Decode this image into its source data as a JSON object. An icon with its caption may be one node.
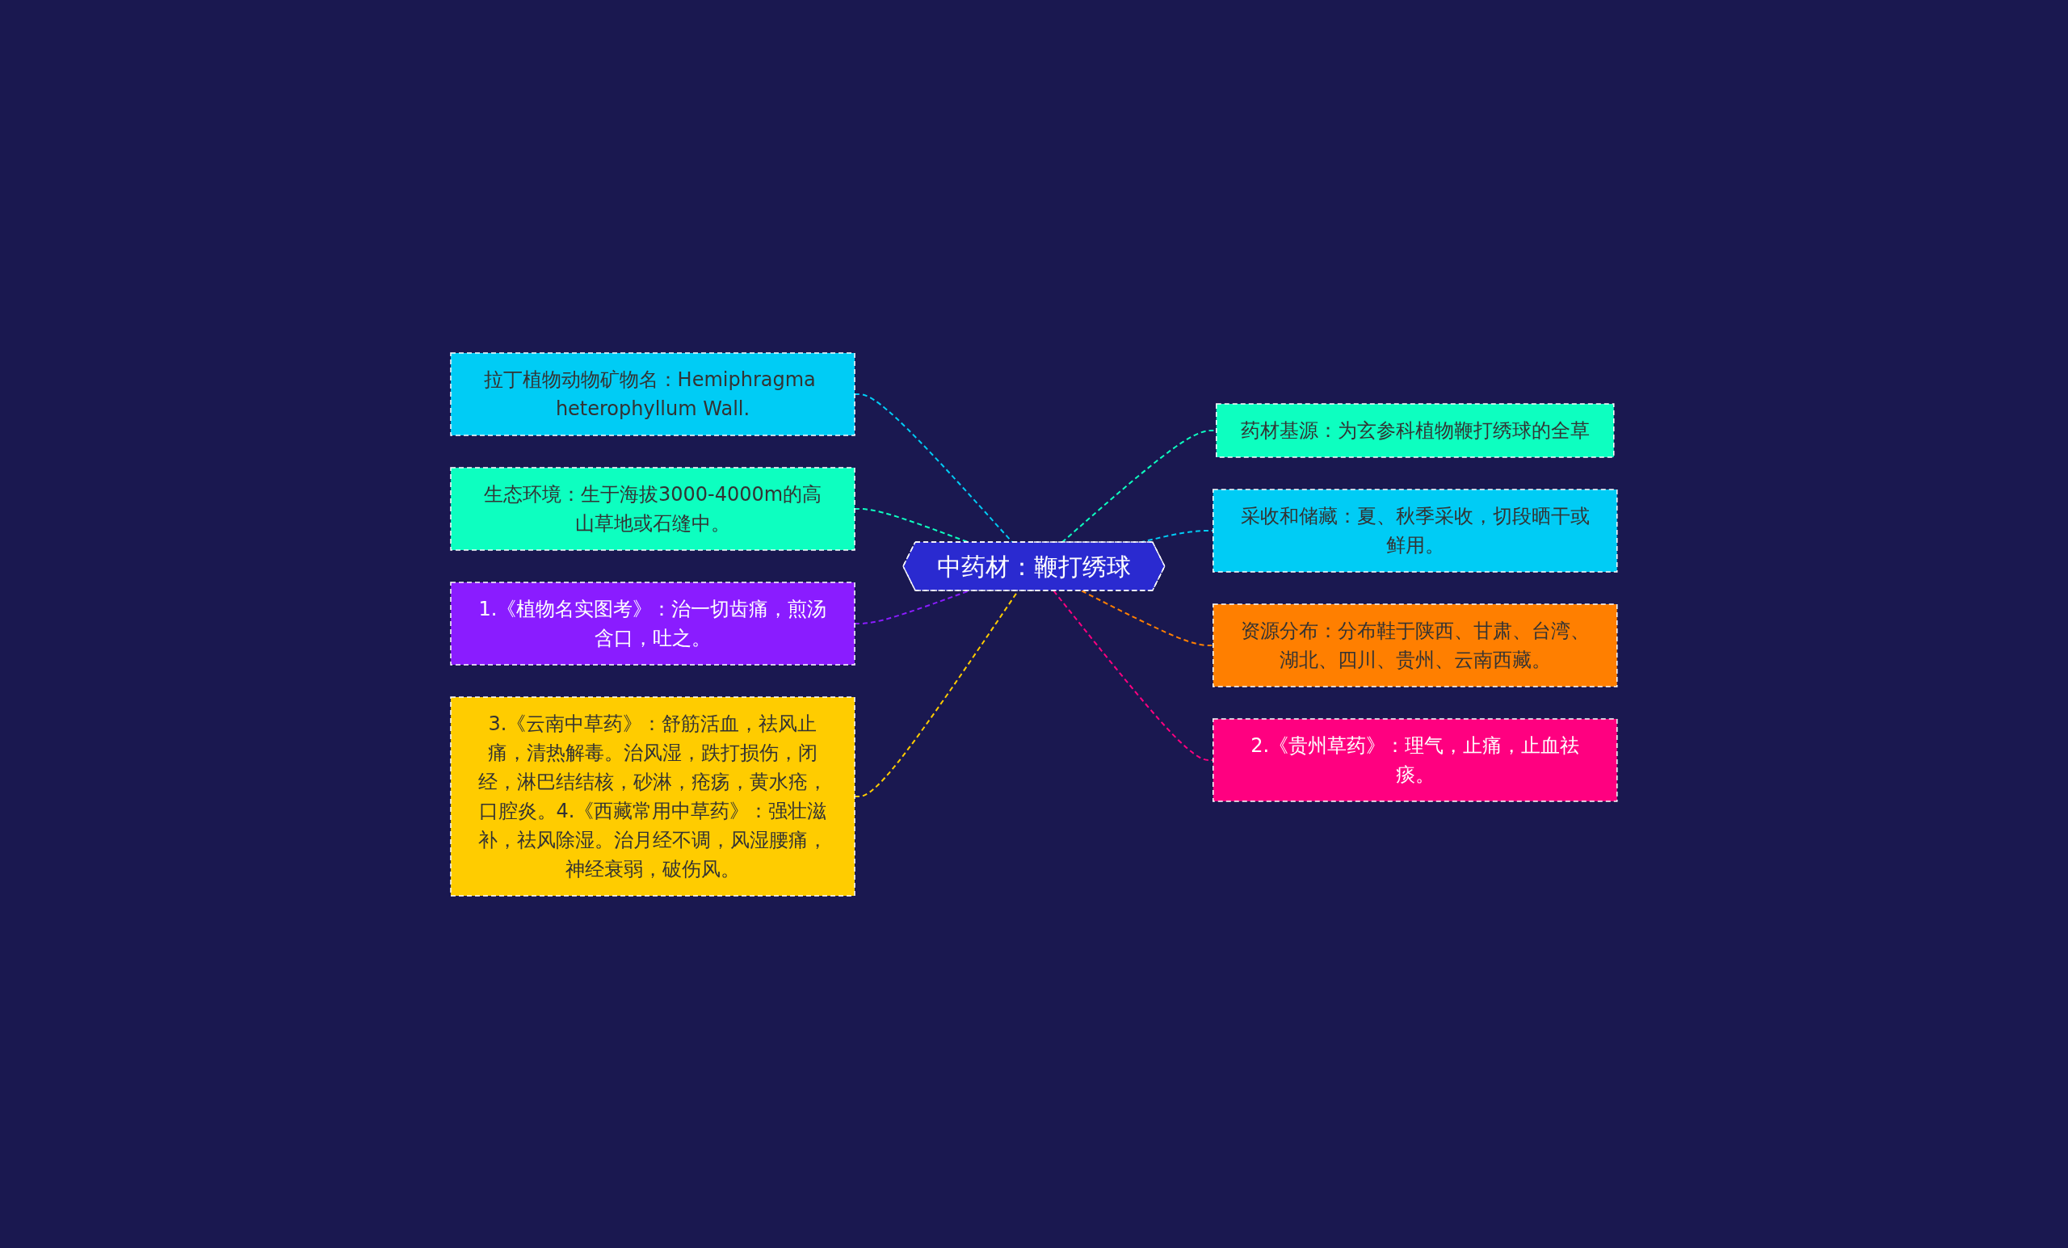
{
  "diagram": {
    "nodes": [
      {
        "text": [
          "中药材：鞭打绣球"
        ]
      },
      {
        "text": [
          "拉丁植物动物矿物名：Hemiphragma heterophyllum Wall."
        ]
      },
      {
        "text": [
          "生态环境：生于海拔3000-4000m的高山草地或石缝中。"
        ]
      },
      {
        "text": [
          "1.《植物名实图考》：治一切齿痛，煎汤含口，吐之。"
        ]
      },
      {
        "text": [
          "3.《云南中草药》：舒筋活血，祛风止痛，清热解毒。治风湿，跌打损伤，闭经，淋巴结结核，砂淋，疮疡，黄水疮，口腔炎。4.《西藏常用中草药》：强壮滋补，祛风除湿。治月经不调，风湿腰痛，神经衰弱，破伤风。"
        ]
      },
      {
        "text": [
          "药材基源：为玄参科植物鞭打绣球的全草"
        ]
      },
      {
        "text": [
          "采收和储藏：夏、秋季采收，切段晒干或鲜用。"
        ]
      },
      {
        "text": [
          "资源分布：分布鞋于陕西、甘肃、台湾、湖北、四川、贵州、云南西藏。"
        ]
      },
      {
        "text": [
          "2.《贵州草药》：理气，止痛，止血祛痰。"
        ]
      }
    ],
    "edges": [
      {
        "from": 0,
        "to": 1,
        "arrow": "none",
        "style": "dashed",
        "color": "#00ccf5"
      },
      {
        "from": 0,
        "to": 2,
        "arrow": "none",
        "style": "dashed",
        "color": "#0dffc0"
      },
      {
        "from": 0,
        "to": 3,
        "arrow": "none",
        "style": "dashed",
        "color": "#8a1cff"
      },
      {
        "from": 0,
        "to": 4,
        "arrow": "none",
        "style": "dashed",
        "color": "#ffcc00"
      },
      {
        "from": 0,
        "to": 5,
        "arrow": "none",
        "style": "dashed",
        "color": "#0dffc0"
      },
      {
        "from": 0,
        "to": 6,
        "arrow": "none",
        "style": "dashed",
        "color": "#00ccf5"
      },
      {
        "from": 0,
        "to": 7,
        "arrow": "none",
        "style": "dashed",
        "color": "#ff7f00"
      },
      {
        "from": 0,
        "to": 8,
        "arrow": "none",
        "style": "dashed",
        "color": "#ff0080"
      }
    ]
  }
}
